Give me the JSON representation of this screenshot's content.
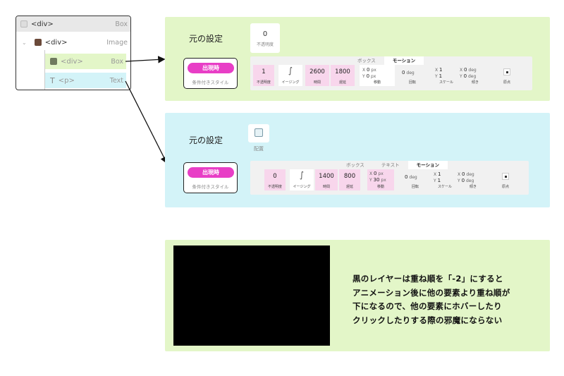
{
  "tree": {
    "rows": [
      {
        "name": "<div>",
        "type": "Box"
      },
      {
        "name": "<div>",
        "type": "Image"
      },
      {
        "name": "<div>",
        "type": "Box"
      },
      {
        "name": "<p>",
        "type": "Text"
      }
    ]
  },
  "panel1": {
    "orig_label": "元の設定",
    "opacity_value": "0",
    "opacity_label": "不透明度",
    "cond_pill": "出現時",
    "cond_sub": "条件付きスタイル",
    "tabs": [
      "ボックス",
      "モーション"
    ],
    "opacity_v": "1",
    "opacity_l": "不透明度",
    "easing_l": "イージング",
    "time_v": "2600",
    "time_l": "時間",
    "delay_v": "1800",
    "delay_l": "遅延",
    "move_x": "0",
    "move_y": "0",
    "move_unit": "px",
    "move_l": "移動",
    "rot_v": "0",
    "rot_unit": "deg",
    "rot_l": "回転",
    "scale_x": "1",
    "scale_y": "1",
    "scale_l": "スケール",
    "skew_x": "0",
    "skew_y": "0",
    "skew_unit": "deg",
    "skew_l": "傾き",
    "origin_l": "原点"
  },
  "panel2": {
    "orig_label": "元の設定",
    "align_label": "配置",
    "cond_pill": "出現時",
    "cond_sub": "条件付きスタイル",
    "tabs": [
      "ボックス",
      "テキスト",
      "モーション"
    ],
    "opacity_v": "0",
    "opacity_l": "不透明度",
    "easing_l": "イージング",
    "time_v": "1400",
    "time_l": "時間",
    "delay_v": "800",
    "delay_l": "遅延",
    "move_x": "0",
    "move_y": "30",
    "move_unit": "px",
    "move_l": "移動",
    "rot_v": "0",
    "rot_unit": "deg",
    "rot_l": "回転",
    "scale_x": "1",
    "scale_y": "1",
    "scale_l": "スケール",
    "skew_x": "0",
    "skew_y": "0",
    "skew_unit": "deg",
    "skew_l": "傾き",
    "origin_l": "原点"
  },
  "note": {
    "lines": [
      "黒のレイヤーは重ね順を「-2」にすると",
      "アニメーション後に他の要素より重ね順が",
      "下になるので、他の要素にホバーしたり",
      "クリックしたりする際の邪魔にならない"
    ]
  },
  "colors": {
    "green": "#e3f6c8",
    "cyan": "#d3f3f8",
    "pink": "#e83ec6",
    "black": "#000000"
  }
}
